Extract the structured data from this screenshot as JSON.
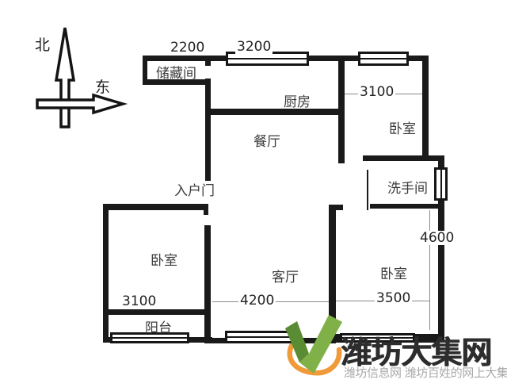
{
  "compass": {
    "north": "北",
    "east": "东"
  },
  "rooms": {
    "storage": "储藏间",
    "kitchen": "厨房",
    "dining": "餐厅",
    "bedroom_ne": "卧室",
    "bathroom": "洗手间",
    "entrance": "入户门",
    "bedroom_w": "卧室",
    "living": "客厅",
    "balcony": "阳台",
    "bedroom_se": "卧室"
  },
  "dimensions_mm": {
    "storage_width": "2200",
    "kitchen_width": "3200",
    "bedroom_ne_width": "3100",
    "east_side_depth": "4600",
    "bedroom_w_width": "3100",
    "living_width": "4200",
    "bedroom_se_width": "3500"
  },
  "watermark": {
    "title": "潍坊大集网",
    "subtitle": "潍坊信息网 潍坊百姓的网上大集"
  },
  "colors": {
    "wall": "#1a1a1a",
    "background": "#ffffff",
    "watermark_title": "#2d2d2d",
    "watermark_subtitle": "#a9a9a9",
    "logo_green": "#7fb148",
    "logo_green_dark": "#5a8c33",
    "logo_orange": "#f09a3a"
  }
}
